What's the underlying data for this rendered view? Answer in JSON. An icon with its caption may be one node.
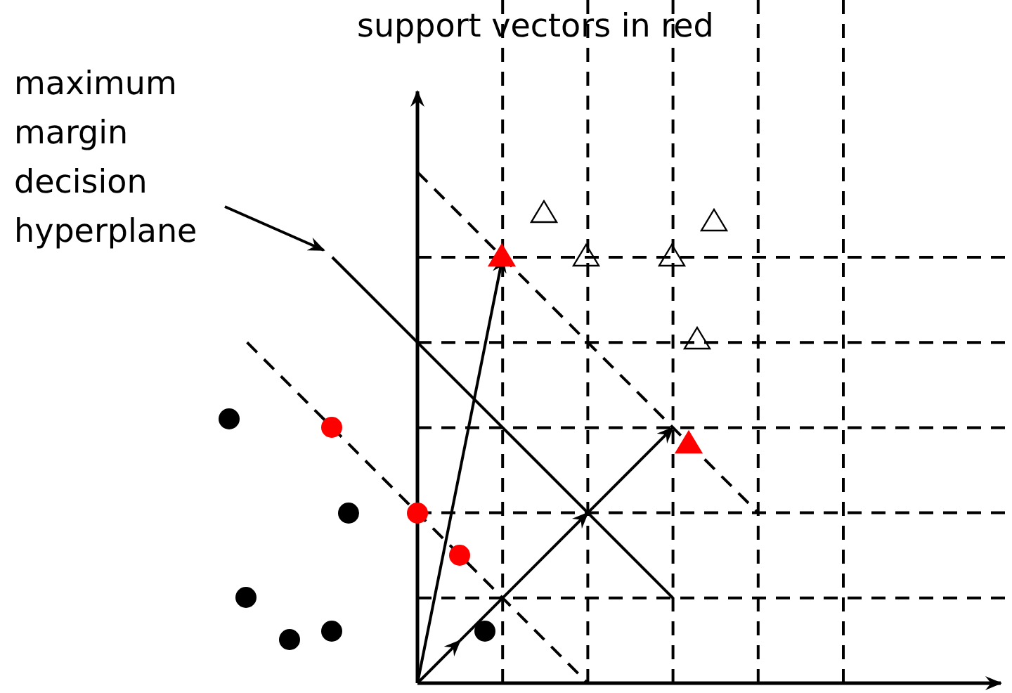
{
  "diagram": {
    "nodes": [
      {
        "text": [
          "maximum margin decision hyperplane"
        ]
      },
      {
        "text": [],
        "shape": "line"
      }
    ],
    "edges": [
      {
        "from": 0,
        "to": 1,
        "arrow": "to"
      }
    ],
    "labels": [
      "support vectors in red"
    ]
  }
}
